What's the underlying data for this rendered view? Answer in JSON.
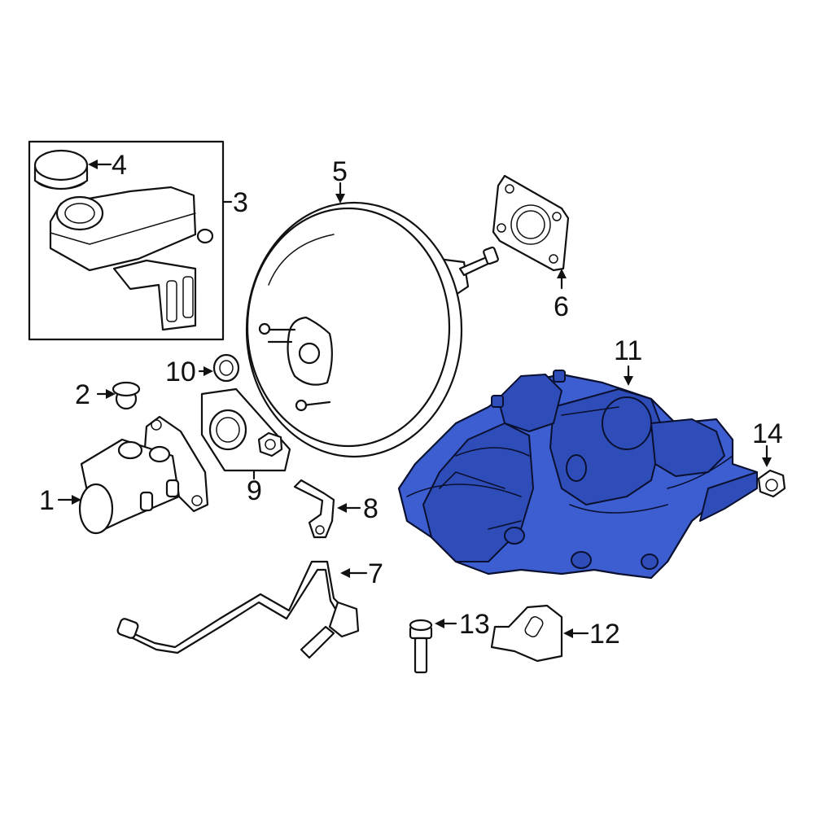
{
  "callouts": [
    {
      "id": "1",
      "label": "1"
    },
    {
      "id": "2",
      "label": "2"
    },
    {
      "id": "3",
      "label": "3"
    },
    {
      "id": "4",
      "label": "4"
    },
    {
      "id": "5",
      "label": "5"
    },
    {
      "id": "6",
      "label": "6"
    },
    {
      "id": "7",
      "label": "7"
    },
    {
      "id": "8",
      "label": "8"
    },
    {
      "id": "9",
      "label": "9"
    },
    {
      "id": "10",
      "label": "10"
    },
    {
      "id": "11",
      "label": "11"
    },
    {
      "id": "12",
      "label": "12"
    },
    {
      "id": "13",
      "label": "13"
    },
    {
      "id": "14",
      "label": "14"
    }
  ],
  "highlighted_part": "11",
  "colors": {
    "highlight": "#3d5ed0",
    "line": "#111111",
    "background": "#ffffff"
  }
}
